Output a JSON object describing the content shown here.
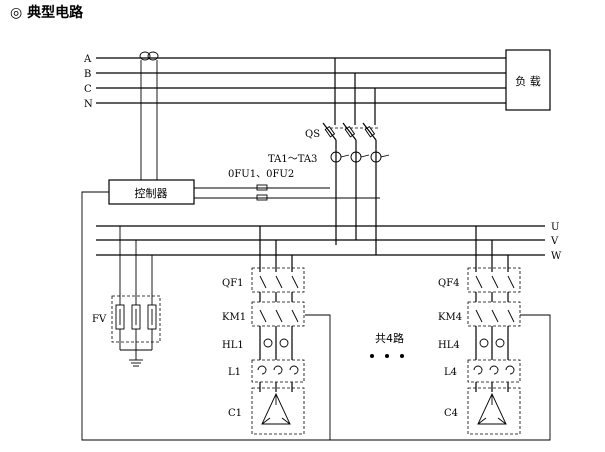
{
  "title": "◎  典型电路",
  "bus_top": [
    "A",
    "B",
    "C",
    "N"
  ],
  "bus_right": [
    "U",
    "V",
    "W"
  ],
  "load_label": "负  载",
  "controller_label": "控制器",
  "labels": {
    "qs": "QS",
    "ta": "TA1～TA3",
    "ofu": "0FU1、0FU2",
    "fv": "FV",
    "total": "共4路"
  },
  "branches": [
    {
      "qf": "QF1",
      "km": "KM1",
      "hl": "HL1",
      "l": "L1",
      "c": "C1"
    },
    {
      "qf": "QF4",
      "km": "KM4",
      "hl": "HL4",
      "l": "L4",
      "c": "C4"
    }
  ]
}
